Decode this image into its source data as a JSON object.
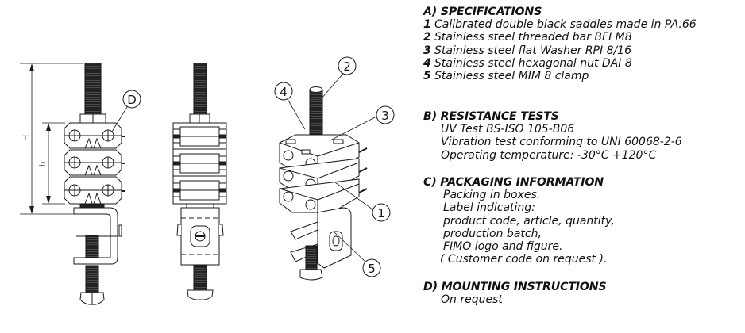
{
  "drawing": {
    "callouts": {
      "detail": "D",
      "part1": "1",
      "part2": "2",
      "part3": "3",
      "part4": "4",
      "part5": "5"
    },
    "dimensions": {
      "overall_height": "H",
      "stack_height": "h"
    },
    "colors": {
      "ink": "#1a1a1a",
      "thread": "#222222",
      "paper": "#ffffff"
    }
  },
  "specifications": {
    "title": "A) SPECIFICATIONS",
    "items": [
      {
        "num": "1",
        "text": "Calibrated double black saddles made in PA.66"
      },
      {
        "num": "2",
        "text": "Stainless steel threaded bar BFI M8"
      },
      {
        "num": "3",
        "text": "Stainless steel flat Washer RPI 8/16"
      },
      {
        "num": "4",
        "text": "Stainless steel hexagonal nut DAI 8"
      },
      {
        "num": "5",
        "text": "Stainless steel MIM 8  clamp"
      }
    ]
  },
  "resistance_tests": {
    "title": "B) RESISTANCE TESTS",
    "lines": [
      "UV Test BS-ISO 105-B06",
      "Vibration test conforming to UNI 60068-2-6",
      "Operating temperature: -30°C +120°C"
    ]
  },
  "packaging": {
    "title": "C) PACKAGING INFORMATION",
    "lines": [
      "Packing in boxes.",
      "Label indicating:",
      "product code, article, quantity,",
      "production batch,",
      "FIMO logo and figure."
    ],
    "note": "( Customer code on request )."
  },
  "mounting": {
    "title": "D) MOUNTING INSTRUCTIONS",
    "lines": [
      "On request"
    ]
  }
}
